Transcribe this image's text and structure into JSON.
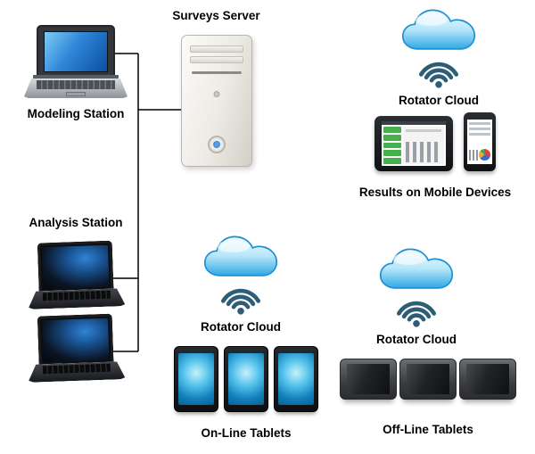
{
  "diagram_type": "system-architecture",
  "nodes": {
    "surveys_server": {
      "label": "Surveys Server",
      "icon": "server-tower-icon"
    },
    "modeling_station": {
      "label": "Modeling Station",
      "icon": "netbook-laptop-icon"
    },
    "analysis_station": {
      "label": "Analysis Station",
      "icon": "dark-laptop-icon",
      "count": 2
    },
    "rotator_cloud_top": {
      "label": "Rotator Cloud",
      "icon": "cloud-wifi-icon"
    },
    "results_mobile": {
      "label": "Results on Mobile Devices",
      "icon": "tablet-smartphone-icon",
      "count": 2
    },
    "rotator_cloud_center": {
      "label": "Rotator Cloud",
      "icon": "cloud-wifi-icon"
    },
    "online_tablets": {
      "label": "On-Line Tablets",
      "icon": "portrait-tablet-icon",
      "count": 3
    },
    "rotator_cloud_right": {
      "label": "Rotator Cloud",
      "icon": "cloud-wifi-icon"
    },
    "offline_tablets": {
      "label": "Off-Line Tablets",
      "icon": "landscape-tablet-icon",
      "count": 3
    }
  },
  "connections": [
    {
      "from": "modeling_station",
      "to": "surveys_server"
    },
    {
      "from": "analysis_station_laptop_1",
      "to": "surveys_server"
    },
    {
      "from": "analysis_station_laptop_2",
      "to": "surveys_server"
    }
  ],
  "colors": {
    "background": "#ffffff",
    "label_text": "#000000",
    "connector_line": "#000000",
    "cloud_fill_top": "#f6fcff",
    "cloud_fill_bottom": "#30a8e6",
    "cloud_stroke": "#1a8fd1",
    "wifi_signal": "#2d5d77",
    "online_tablet_screen": "#1583bd",
    "modeling_screen_blue": "#2f86d8",
    "list_green": "#46b14c"
  }
}
